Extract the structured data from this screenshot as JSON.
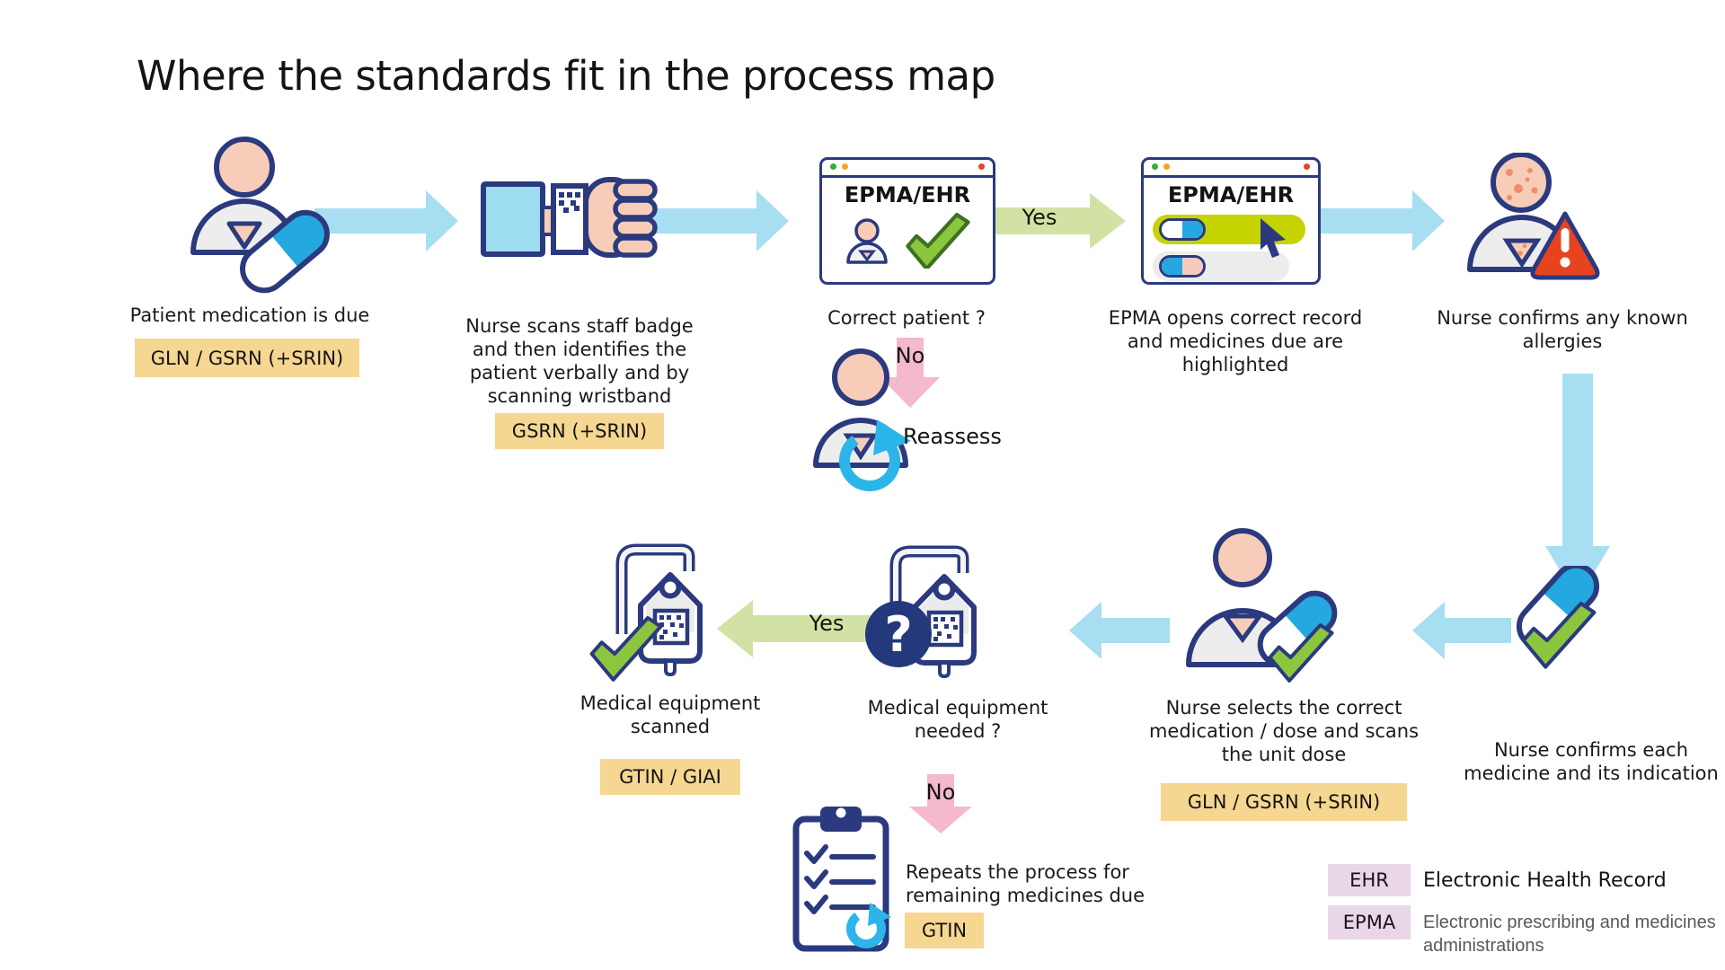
{
  "title": "Where the standards fit in the process map",
  "steps": {
    "patient_due": {
      "caption": "Patient medication is due",
      "badge": "GLN / GSRN (+SRIN)"
    },
    "nurse_scans": {
      "caption": "Nurse scans staff badge and then identifies the patient verbally and by scanning wristband",
      "badge": "GSRN (+SRIN)"
    },
    "correct_patient": {
      "caption": "Correct patient ?",
      "window_title": "EPMA/EHR"
    },
    "epma_opens": {
      "caption": "EPMA opens correct record and medicines due are highlighted",
      "window_title": "EPMA/EHR"
    },
    "confirm_allergies": {
      "caption": "Nurse confirms any known allergies"
    },
    "confirm_each_medicine": {
      "caption": "Nurse confirms each medicine and its indication"
    },
    "nurse_selects": {
      "caption": "Nurse selects the correct medication / dose and scans the unit dose",
      "badge": "GLN / GSRN (+SRIN)"
    },
    "equipment_needed": {
      "caption": "Medical equipment needed ?"
    },
    "equipment_scanned": {
      "caption": "Medical equipment scanned",
      "badge": "GTIN / GIAI"
    },
    "repeats": {
      "caption": "Repeats the process for remaining medicines due",
      "badge": "GTIN"
    }
  },
  "labels": {
    "yes_patient": "Yes",
    "yes_equipment": "Yes",
    "no_patient": "No",
    "no_equipment": "No",
    "reassess": "Reassess"
  },
  "legend": {
    "ehr": {
      "abbr": "EHR",
      "meaning": "Electronic Health Record"
    },
    "epma": {
      "abbr": "EPMA",
      "meaning": "Electronic prescribing and medicines administrations"
    }
  },
  "colors": {
    "navy": "#2b3a7e",
    "cyan_arrow": "#a8def2",
    "green_arrow": "#d2e2a4",
    "pink_arrow": "#f4b9cb",
    "badge_yellow": "#f6d791",
    "legend_pink": "#e9d7e7",
    "pill_blue": "#25a8e0",
    "check_green": "#8cc63f",
    "alert_red": "#e8431f",
    "highlight_lime": "#c5d400"
  }
}
